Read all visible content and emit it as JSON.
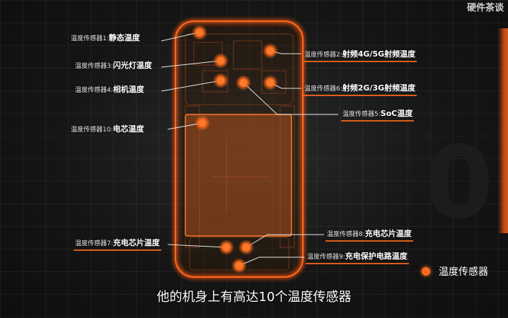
{
  "brand_text": "硬件茶谈",
  "subtitle": "他的机身上有高达10个温度传感器",
  "legend": {
    "label": "温度传感器"
  },
  "accent_color": "#ff6a1a",
  "sensors": [
    {
      "id": 1,
      "prefix": "温度传感器1:",
      "name": "静态温度"
    },
    {
      "id": 2,
      "prefix": "温度传感器2:",
      "name": "射频4G/5G射频温度"
    },
    {
      "id": 3,
      "prefix": "温度传感器3:",
      "name": "闪光灯温度"
    },
    {
      "id": 4,
      "prefix": "温度传感器4:",
      "name": "相机温度"
    },
    {
      "id": 5,
      "prefix": "温度传感器5:",
      "name": "SoC温度"
    },
    {
      "id": 6,
      "prefix": "温度传感器6:",
      "name": "射频2G/3G射频温度"
    },
    {
      "id": 7,
      "prefix": "温度传感器7:",
      "name": "充电芯片温度"
    },
    {
      "id": 8,
      "prefix": "温度传感器8:",
      "name": "充电芯片温度"
    },
    {
      "id": 9,
      "prefix": "温度传感器9:",
      "name": "充电保护电路温度"
    },
    {
      "id": 10,
      "prefix": "温度传感器10:",
      "name": "电芯温度"
    }
  ]
}
